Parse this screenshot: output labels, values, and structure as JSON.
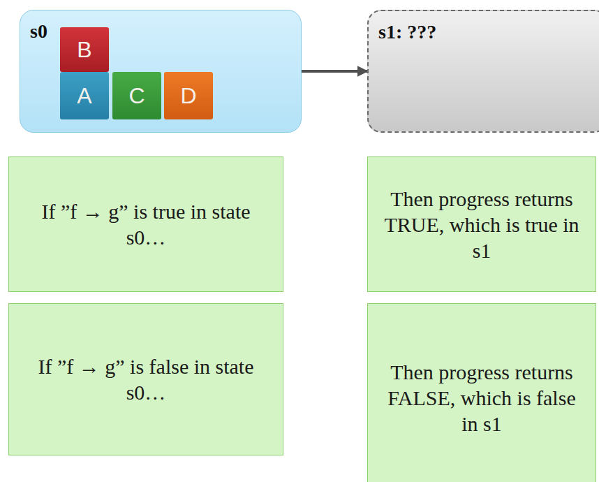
{
  "diagram": {
    "nodes": [
      {
        "text": [
          "s0"
        ]
      },
      {
        "text": [
          "B"
        ],
        "in": 0
      },
      {
        "text": [
          "A"
        ],
        "in": 0
      },
      {
        "text": [
          "C"
        ],
        "in": 0
      },
      {
        "text": [
          "D"
        ],
        "in": 0
      },
      {
        "text": [
          "s1: ???"
        ]
      },
      {
        "text": [
          "If ”f → g” is true in state s0…"
        ]
      },
      {
        "text": [
          "Then progress returns TRUE, which is true in s1"
        ]
      },
      {
        "text": [
          "If ”f → g” is false in state s0…"
        ]
      },
      {
        "text": [
          "Then progress returns FALSE, which is false in s1"
        ]
      }
    ],
    "edges": [
      {
        "from": 0,
        "to": 5,
        "arrow": "to"
      }
    ]
  }
}
